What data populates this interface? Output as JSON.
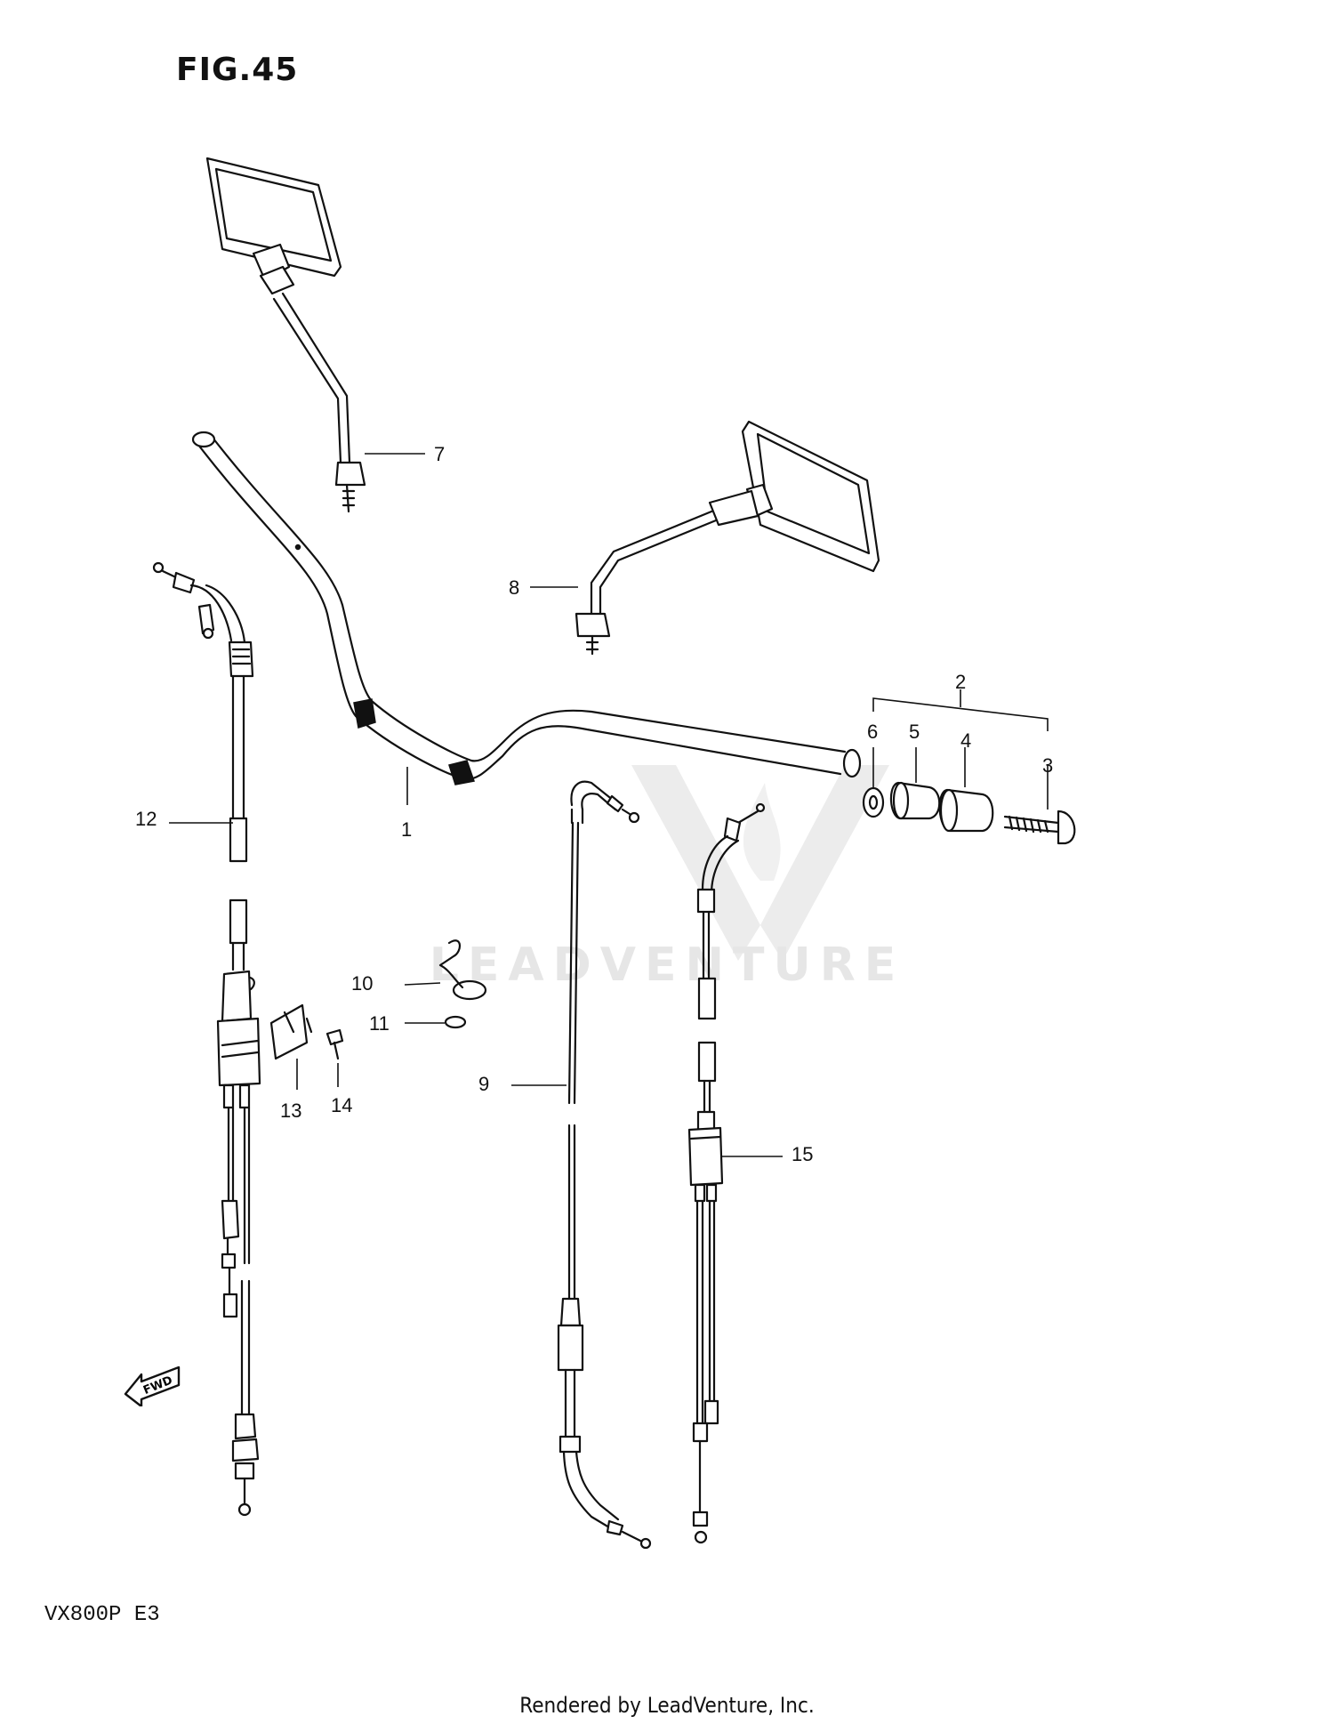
{
  "figure": {
    "title": "FIG.45"
  },
  "model_code": "VX800P  E3",
  "footer": "Rendered by LeadVenture, Inc.",
  "watermark": {
    "text": "LEADVENTURE"
  },
  "fwd_arrow": {
    "label": "FWD"
  },
  "callouts": [
    {
      "id": "1",
      "label": "1"
    },
    {
      "id": "2",
      "label": "2"
    },
    {
      "id": "3",
      "label": "3"
    },
    {
      "id": "4",
      "label": "4"
    },
    {
      "id": "5",
      "label": "5"
    },
    {
      "id": "6",
      "label": "6"
    },
    {
      "id": "7",
      "label": "7"
    },
    {
      "id": "8",
      "label": "8"
    },
    {
      "id": "9",
      "label": "9"
    },
    {
      "id": "10",
      "label": "10"
    },
    {
      "id": "11",
      "label": "11"
    },
    {
      "id": "12",
      "label": "12"
    },
    {
      "id": "13",
      "label": "13"
    },
    {
      "id": "14",
      "label": "14"
    },
    {
      "id": "15",
      "label": "15"
    }
  ]
}
